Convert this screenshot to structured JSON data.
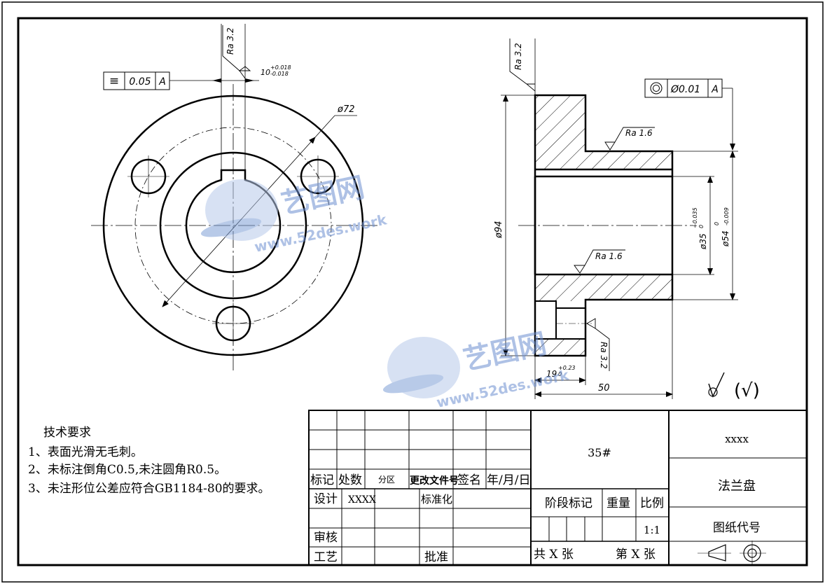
{
  "watermark": {
    "brand": "艺图网",
    "url": "www.52des.work"
  },
  "front_view": {
    "flatness_tolerance": {
      "symbol": "≡",
      "value": "0.05",
      "datum": "A"
    },
    "roughness_key": "Ra 3.2",
    "keyway_width": "10",
    "keyway_upper_dev": "+0.018",
    "keyway_lower_dev": "-0.018",
    "pcd_dim": "ø72"
  },
  "section_view": {
    "roughness_top": "Ra 3.2",
    "concentricity": {
      "value": "Ø0.01",
      "datum": "A"
    },
    "roughness_shoulder": "Ra 1.6",
    "roughness_bore": "Ra 1.6",
    "roughness_hole": "Ra 3.2",
    "outer_dia": "ø94",
    "bore_dia": "ø35",
    "bore_dev_upper": "+0.035",
    "bore_dev_lower": "0",
    "hub_dia": "ø54",
    "hub_dev_upper": "0",
    "hub_dev_lower": "-0.009",
    "flange_thk": "19",
    "flange_dev_upper": "+0.23",
    "flange_dev_lower": "0",
    "length": "50",
    "general_roughness": "(√)"
  },
  "tech_requirements": {
    "title": "技术要求",
    "items": [
      "1、表面光滑无毛刺。",
      "2、未标注倒角C0.5,未注圆角R0.5。",
      "3、未注形位公差应符合GB1184-80的要求。"
    ]
  },
  "title_block": {
    "h_mark": "标记",
    "h_count": "处数",
    "h_zone": "分区",
    "h_doc": "更改文件号",
    "h_sign": "签名",
    "h_date": "年/月/日",
    "design_label": "设计",
    "designer": "XXXX",
    "standard_label": "标准化",
    "review_label": "审核",
    "process_label": "工艺",
    "approve_label": "批准",
    "material": "35#",
    "stage_label": "阶段标记",
    "weight_label": "重量",
    "scale_label": "比例",
    "scale": "1:1",
    "total_sheets": "共 X 张",
    "sheet_no": "第 X 张",
    "company": "xxxx",
    "part_name": "法兰盘",
    "drawing_no_label": "图纸代号"
  }
}
